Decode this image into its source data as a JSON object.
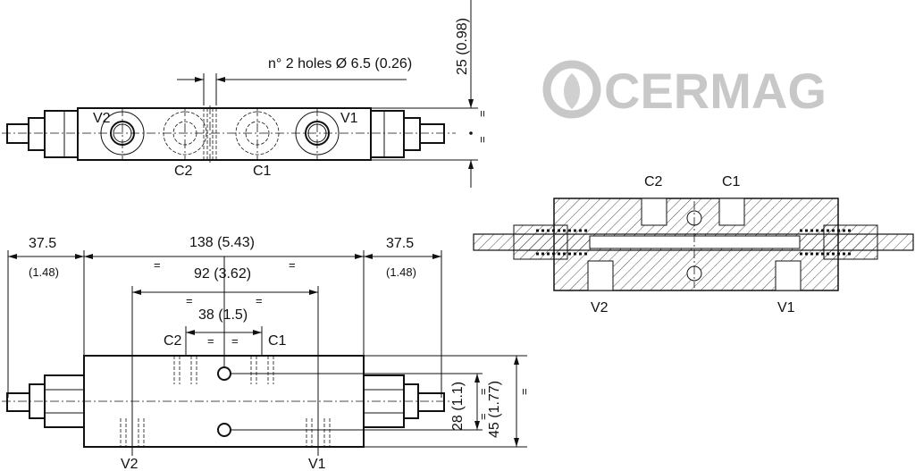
{
  "top_view": {
    "holes_note": "n° 2 holes Ø 6.5 (0.26)",
    "height_dim": "25 (0.98)",
    "equal_mark": "=",
    "ports": {
      "v2": "V2",
      "v1": "V1",
      "c2": "C2",
      "c1": "C1"
    }
  },
  "front_view": {
    "overall_dim": "138 (5.43)",
    "left_dim": "37.5",
    "left_dim_in": "(1.48)",
    "right_dim": "37.5",
    "right_dim_in": "(1.48)",
    "mid_dim": "92 (3.62)",
    "inner_dim": "38 (1.5)",
    "hole_spacing_dim": "28 (1.1)",
    "height_dim": "45 (1.77)",
    "equal_mark": "=",
    "ports": {
      "v2": "V2",
      "v1": "V1",
      "c2": "C2",
      "c1": "C1"
    }
  },
  "section_view": {
    "ports": {
      "v2": "V2",
      "v1": "V1",
      "c2": "C2",
      "c1": "C1"
    }
  },
  "watermark": {
    "text": "CERMAG"
  }
}
